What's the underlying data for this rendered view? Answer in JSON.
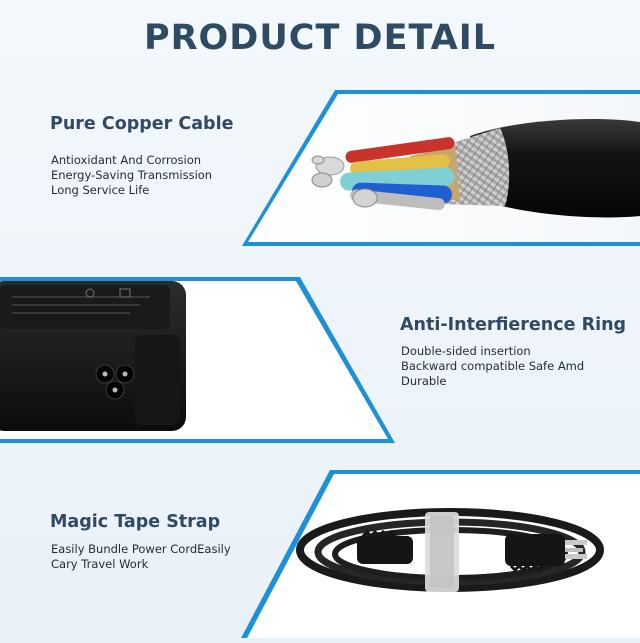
{
  "page": {
    "title": "PRODUCT DETAIL"
  },
  "sections": [
    {
      "heading": "Pure Copper Cable",
      "features": [
        "Antioxidant And Corrosion",
        "Energy-Saving Transmission",
        "Long Service Life"
      ],
      "image": "copper-cable-cross-section"
    },
    {
      "heading": "Anti-Interfierence Ring",
      "features": [
        "Double-sided insertion",
        "Backward compatible Safe Amd",
        "Durable"
      ],
      "image": "power-adapter-brick"
    },
    {
      "heading": "Magic Tape Strap",
      "features": [
        "Easily Bundle Power CordEasily",
        "Cary Travel Work"
      ],
      "image": "coiled-power-cord"
    }
  ],
  "colors": {
    "accent": "#1e90d6",
    "heading": "#2f4a63",
    "background": "#eef5fb"
  }
}
